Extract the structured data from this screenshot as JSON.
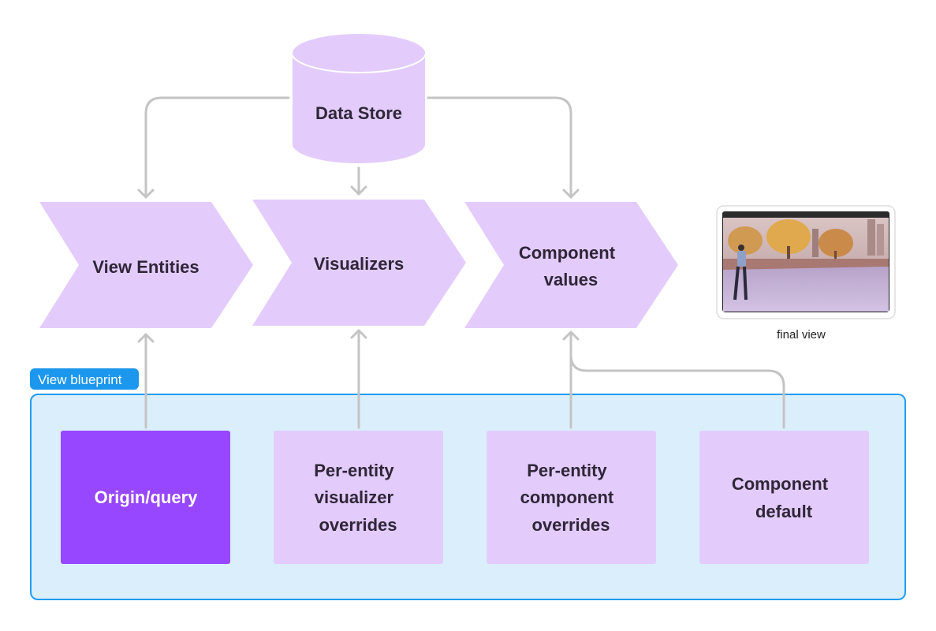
{
  "colors": {
    "node_fill": "#e3ccfc",
    "node_fill_dark": "#9747ff",
    "node_text": "#2f2638",
    "node_text_on_dark": "#ffffff",
    "arrow": "#c4c4c4",
    "blueprint_fill": "#dbeefc",
    "blueprint_border": "#1f9cf0",
    "tag_fill": "#1c97ee"
  },
  "data_store": {
    "label": "Data Store"
  },
  "stages": {
    "view_entities": {
      "label": "View Entities"
    },
    "visualizers": {
      "label": "Visualizers"
    },
    "component_values": {
      "lines": [
        "Component",
        "values"
      ]
    }
  },
  "final_view": {
    "caption": "final view",
    "thumbnail_icon": "video-screenshot-icon"
  },
  "blueprint": {
    "tag": "View blueprint",
    "origin_query": {
      "label": "Origin/query"
    },
    "visualizer_overrides": {
      "lines": [
        "Per-entity",
        "visualizer",
        "overrides"
      ]
    },
    "component_overrides": {
      "lines": [
        "Per-entity",
        "component",
        "overrides"
      ]
    },
    "component_default": {
      "lines": [
        "Component",
        "default"
      ]
    }
  }
}
